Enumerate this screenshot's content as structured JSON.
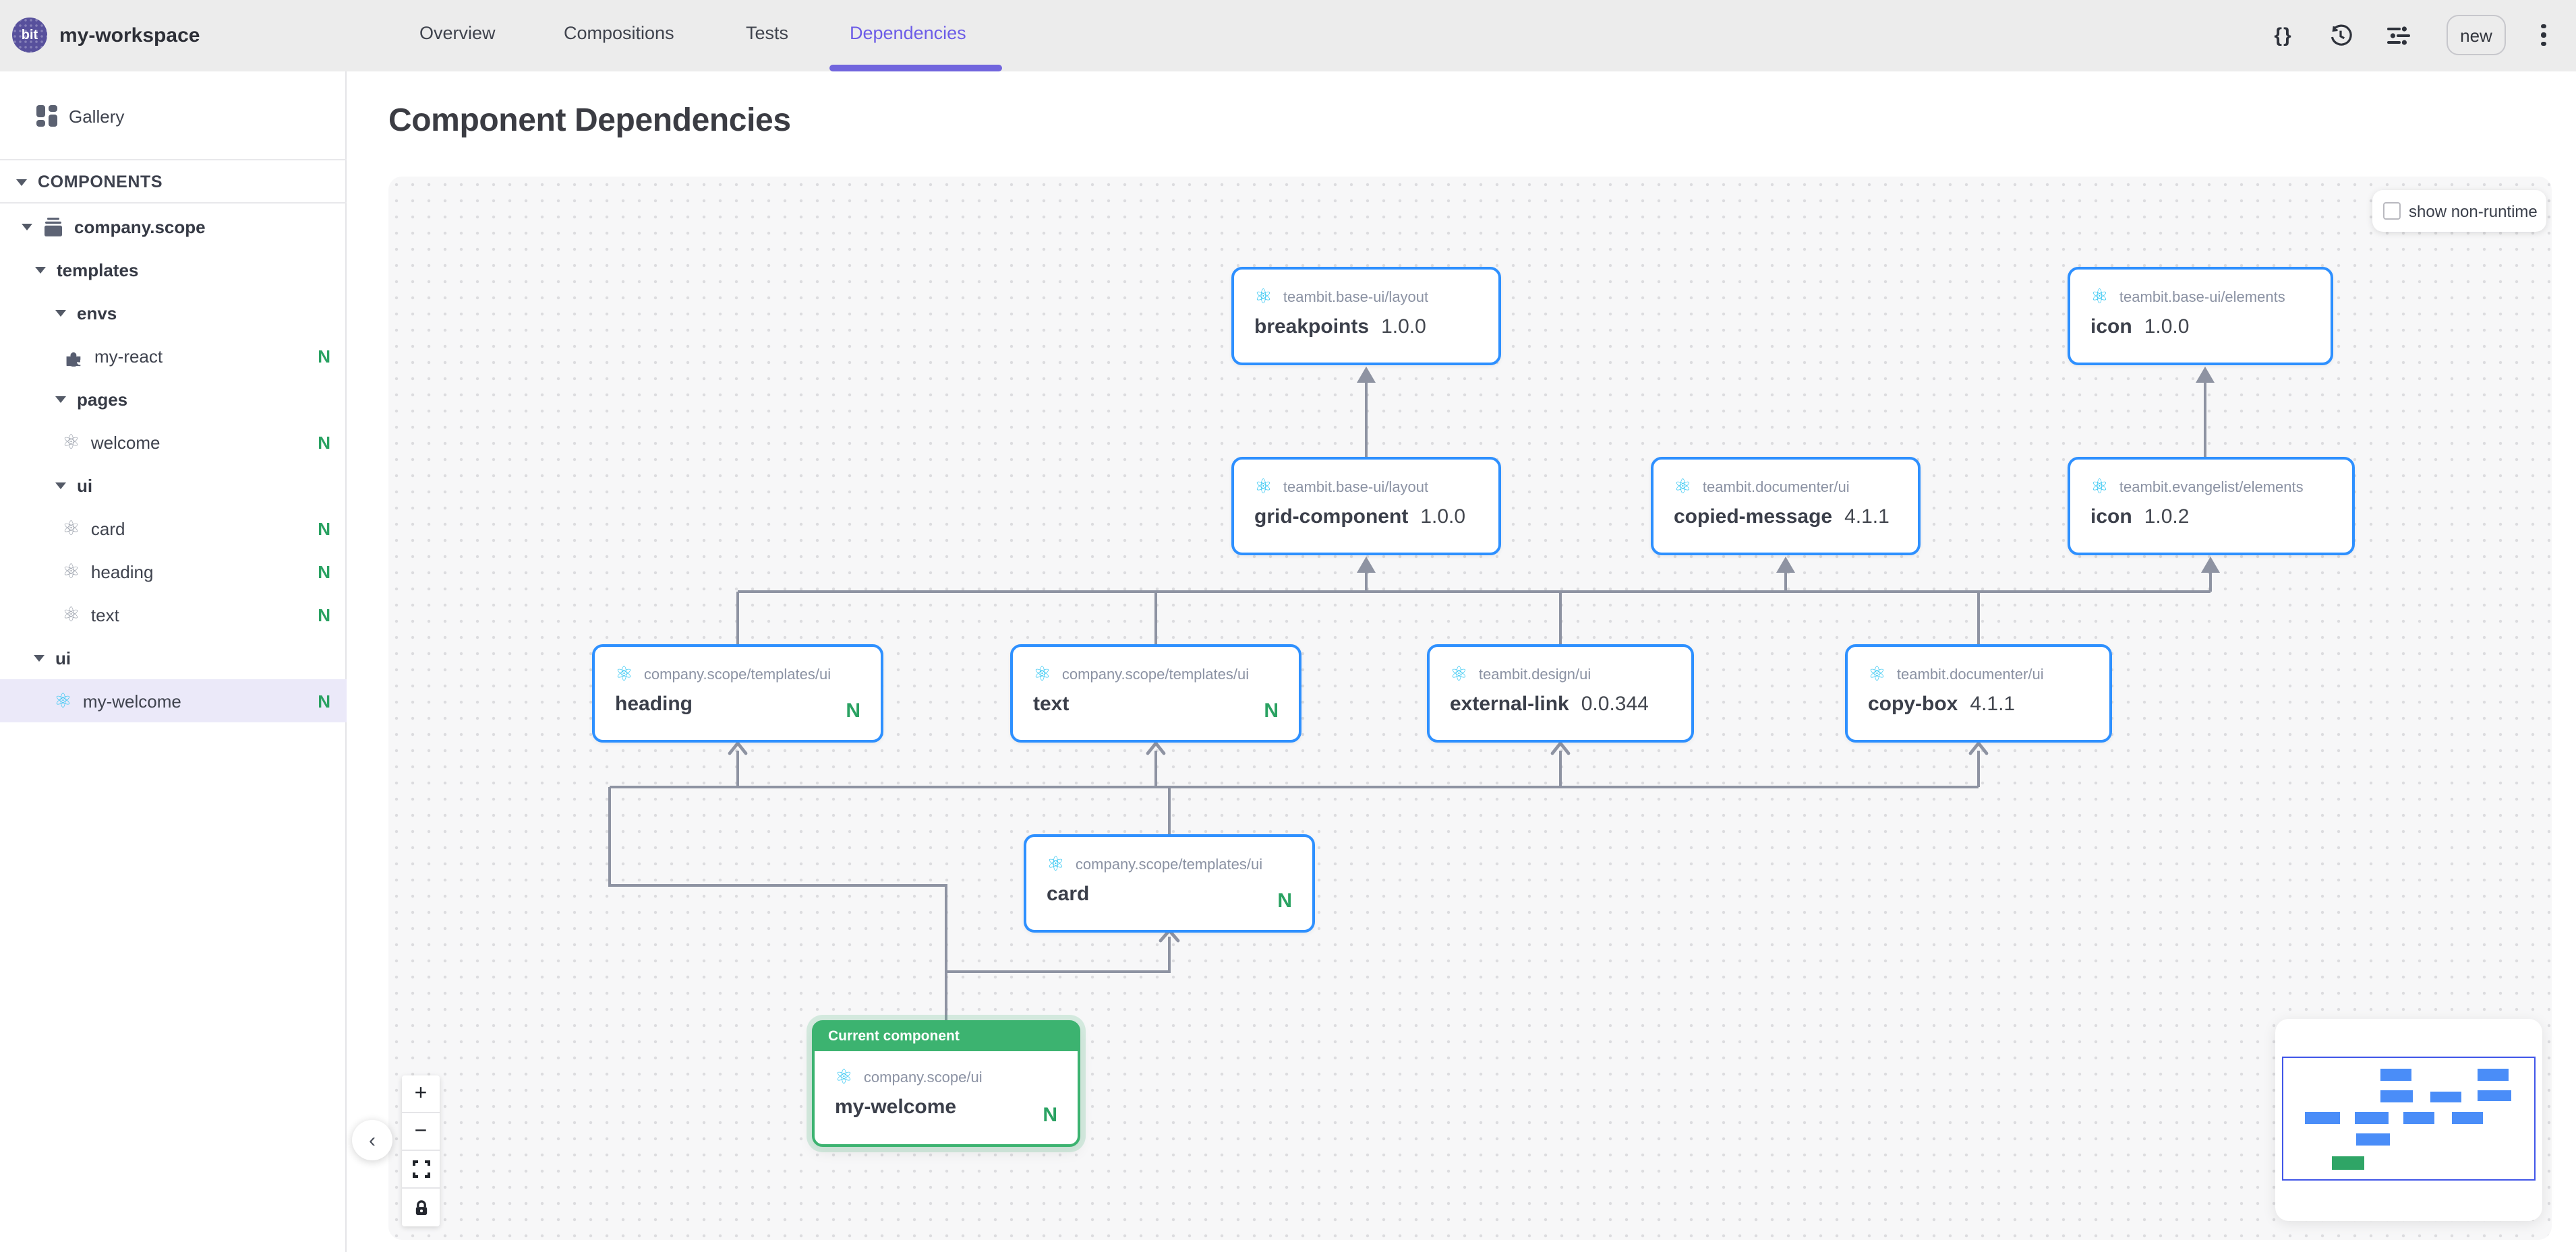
{
  "colors": {
    "accent_purple": "#6c5ce7",
    "topbar_bg": "#ececec",
    "node_border_blue": "#2e90ff",
    "current_green": "#3cb370",
    "badge_green": "#2aa262",
    "edge_gray": "#8e93a2",
    "react_cyan": "#2fc5f2",
    "minimap_blue": "#4a8df8",
    "minimap_green": "#2fa566",
    "selected_row_bg": "#ebe9f9"
  },
  "header": {
    "logo_text": "bit",
    "workspace_name": "my-workspace",
    "tabs": [
      {
        "label": "Overview",
        "active": false
      },
      {
        "label": "Compositions",
        "active": false
      },
      {
        "label": "Tests",
        "active": false
      },
      {
        "label": "Dependencies",
        "active": true
      }
    ],
    "icons": [
      "code-braces",
      "history",
      "filter-sliders",
      "more-vertical"
    ],
    "new_button_label": "new"
  },
  "sidebar": {
    "gallery_label": "Gallery",
    "section_label": "COMPONENTS",
    "tree": [
      {
        "label": "company.scope",
        "type": "scope"
      },
      {
        "label": "templates",
        "type": "namespace"
      },
      {
        "label": "envs",
        "type": "namespace"
      },
      {
        "label": "my-react",
        "type": "env-component",
        "badge": "N"
      },
      {
        "label": "pages",
        "type": "namespace"
      },
      {
        "label": "welcome",
        "type": "component",
        "badge": "N"
      },
      {
        "label": "ui",
        "type": "namespace"
      },
      {
        "label": "card",
        "type": "component",
        "badge": "N"
      },
      {
        "label": "heading",
        "type": "component",
        "badge": "N"
      },
      {
        "label": "text",
        "type": "component",
        "badge": "N"
      },
      {
        "label": "ui",
        "type": "namespace"
      },
      {
        "label": "my-welcome",
        "type": "component",
        "badge": "N",
        "selected": true
      }
    ]
  },
  "main": {
    "title": "Component Dependencies",
    "show_non_runtime_label": "show non-runtime",
    "current_component_label": "Current component",
    "zoom_in_label": "+",
    "zoom_out_label": "−",
    "nodes": [
      {
        "scope": "teambit.base-ui/layout",
        "name": "breakpoints",
        "version": "1.0.0"
      },
      {
        "scope": "teambit.base-ui/elements",
        "name": "icon",
        "version": "1.0.0"
      },
      {
        "scope": "teambit.base-ui/layout",
        "name": "grid-component",
        "version": "1.0.0"
      },
      {
        "scope": "teambit.documenter/ui",
        "name": "copied-message",
        "version": "4.1.1"
      },
      {
        "scope": "teambit.evangelist/elements",
        "name": "icon",
        "version": "1.0.2"
      },
      {
        "scope": "company.scope/templates/ui",
        "name": "heading",
        "badge": "N"
      },
      {
        "scope": "company.scope/templates/ui",
        "name": "text",
        "badge": "N"
      },
      {
        "scope": "teambit.design/ui",
        "name": "external-link",
        "version": "0.0.344"
      },
      {
        "scope": "teambit.documenter/ui",
        "name": "copy-box",
        "version": "4.1.1"
      },
      {
        "scope": "company.scope/templates/ui",
        "name": "card",
        "badge": "N"
      },
      {
        "scope": "company.scope/ui",
        "name": "my-welcome",
        "badge": "N",
        "current": true
      }
    ],
    "dependency_edges": [
      {
        "from": [
          "grid-component"
        ],
        "to": [
          "breakpoints"
        ]
      },
      {
        "from": [
          "icon (evangelist)"
        ],
        "to": [
          "icon (base-ui)"
        ]
      },
      {
        "from": [
          "heading",
          "text",
          "external-link",
          "copy-box"
        ],
        "to": [
          "grid-component",
          "copied-message",
          "icon (evangelist)"
        ]
      },
      {
        "from": [
          "card",
          "my-welcome"
        ],
        "to": [
          "heading",
          "text",
          "external-link",
          "copy-box"
        ]
      },
      {
        "from": [
          "my-welcome"
        ],
        "to": [
          "card"
        ]
      }
    ]
  }
}
